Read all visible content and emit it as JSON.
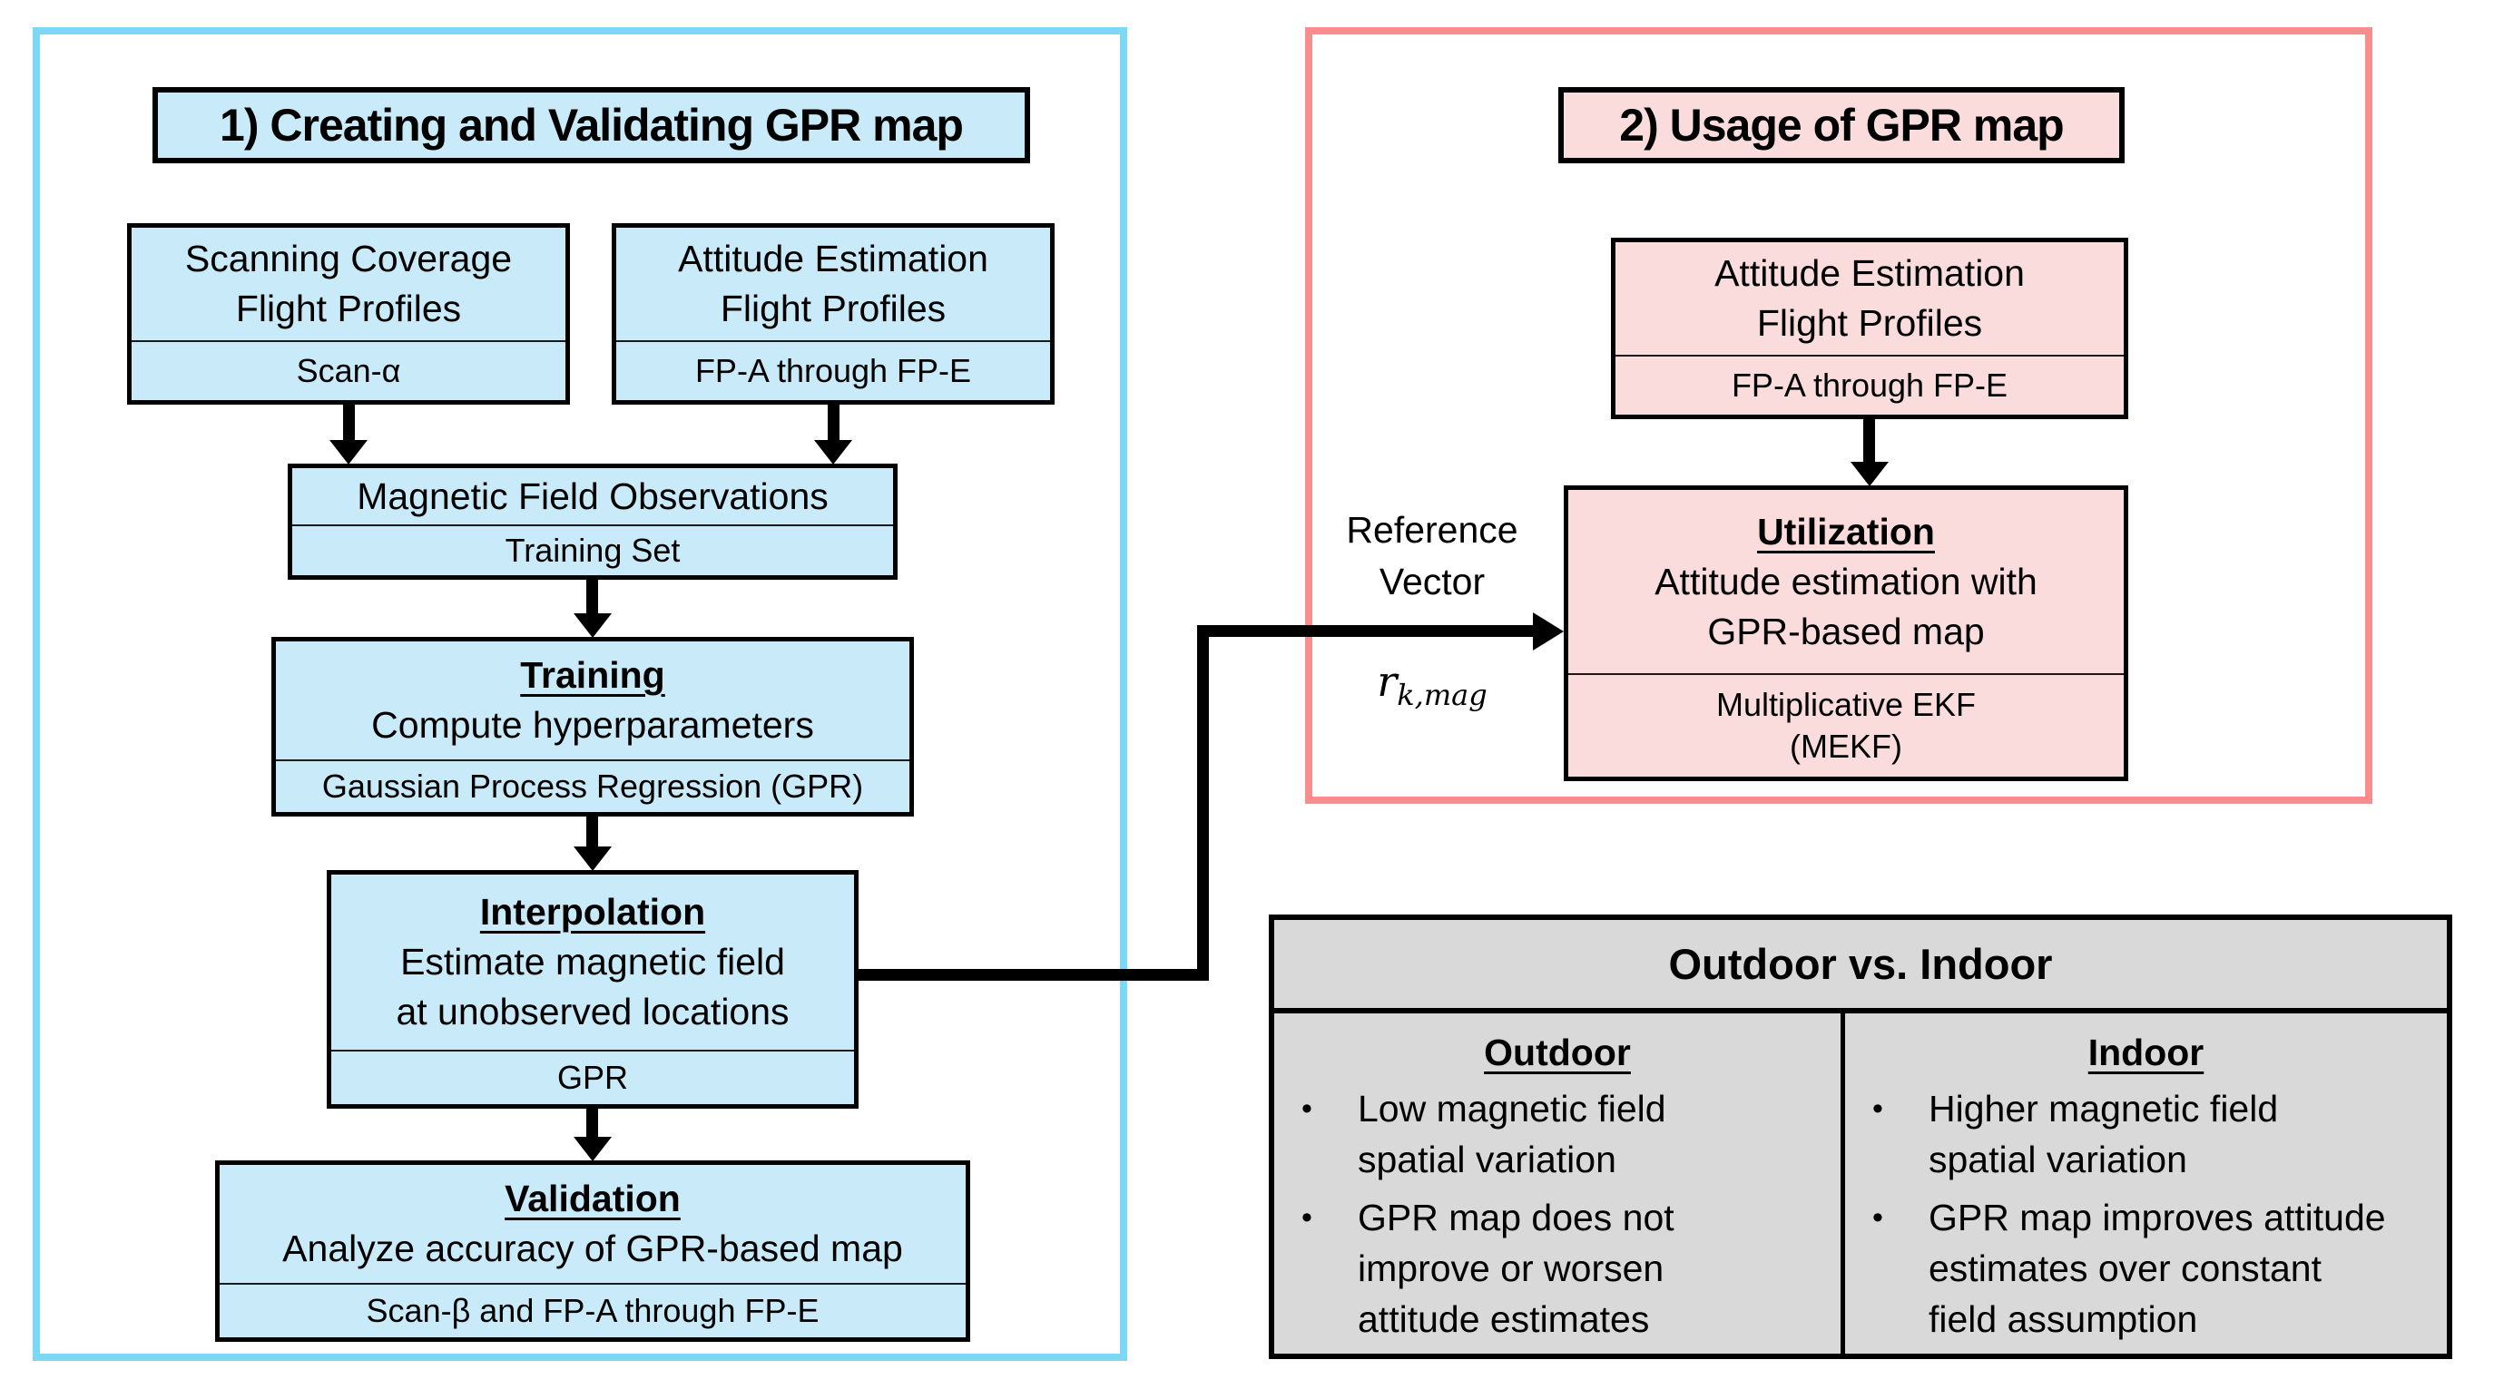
{
  "colors": {
    "cyan_border": "#7DD8F3",
    "cyan_fill": "#C8EAF9",
    "red_border": "#F98C8C",
    "pink_fill": "#FBDCDC",
    "gray_fill": "#D9D9D9",
    "connector": "#000000"
  },
  "panel1": {
    "title": "1) Creating and Validating GPR map",
    "scanning": {
      "line1": "Scanning Coverage",
      "line2": "Flight Profiles",
      "sub": "Scan-α"
    },
    "attitude": {
      "line1": "Attitude Estimation",
      "line2": "Flight Profiles",
      "sub": "FP-A through FP-E"
    },
    "magfield": {
      "title": "Magnetic Field Observations",
      "sub": "Training Set"
    },
    "training": {
      "heading": "Training",
      "body": "Compute hyperparameters",
      "sub": "Gaussian Process Regression (GPR)"
    },
    "interpolation": {
      "heading": "Interpolation",
      "body1": "Estimate magnetic field",
      "body2": "at unobserved locations",
      "sub": "GPR"
    },
    "validation": {
      "heading": "Validation",
      "body": "Analyze accuracy of GPR-based map",
      "sub": "Scan-β and FP-A through FP-E"
    }
  },
  "panel2": {
    "title": "2) Usage of GPR map",
    "attitude": {
      "line1": "Attitude Estimation",
      "line2": "Flight Profiles",
      "sub": "FP-A through FP-E"
    },
    "utilization": {
      "heading": "Utilization",
      "body1": "Attitude estimation with",
      "body2": "GPR-based map",
      "sub1": "Multiplicative EKF",
      "sub2": "(MEKF)"
    },
    "reference": {
      "line1": "Reference",
      "line2": "Vector",
      "var": "r",
      "var_sub": "k,mag"
    }
  },
  "comparison": {
    "title": "Outdoor vs. Indoor",
    "columns": [
      {
        "heading": "Outdoor",
        "bullets": [
          [
            "Low magnetic field",
            "spatial variation"
          ],
          [
            "GPR map does not",
            "improve or worsen",
            "attitude estimates"
          ]
        ]
      },
      {
        "heading": "Indoor",
        "bullets": [
          [
            "Higher magnetic field",
            "spatial variation"
          ],
          [
            "GPR map improves attitude",
            "estimates over constant",
            "field assumption"
          ]
        ]
      }
    ]
  }
}
